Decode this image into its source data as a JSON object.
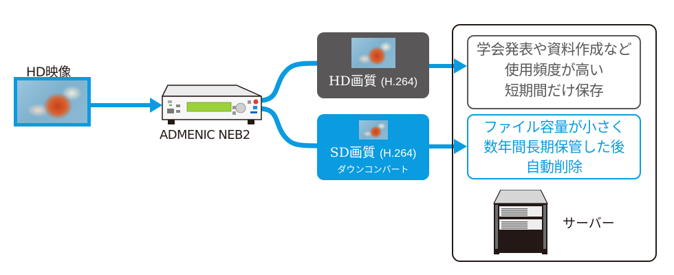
{
  "source": {
    "label": "HD映像",
    "thumbnail_icon": "surgery-video-thumbnail"
  },
  "device": {
    "name": "ADMENIC NEB2",
    "icon": "video-recorder-device-icon",
    "display_color": "#9bd23a"
  },
  "outputs": [
    {
      "title": "HD画質",
      "codec": "(H.264)",
      "subtitle": "",
      "background": "#595757"
    },
    {
      "title": "SD画質",
      "codec": "(H.264)",
      "subtitle": "ダウンコンバート",
      "background": "#0a9be0"
    }
  ],
  "storage": {
    "notes": [
      {
        "lines": [
          "学会発表や資料作成など",
          "使用頻度が高い",
          "短期間だけ保存"
        ],
        "color": "#595757"
      },
      {
        "lines": [
          "ファイル容量が小さく",
          "数年間長期保管した後",
          "自動削除"
        ],
        "color": "#0a9be0"
      }
    ],
    "server_label": "サーバー",
    "server_icon": "server-rack-icon"
  },
  "colors": {
    "accent": "#0a9be0",
    "dark_box": "#595757",
    "frame": "#231815"
  }
}
